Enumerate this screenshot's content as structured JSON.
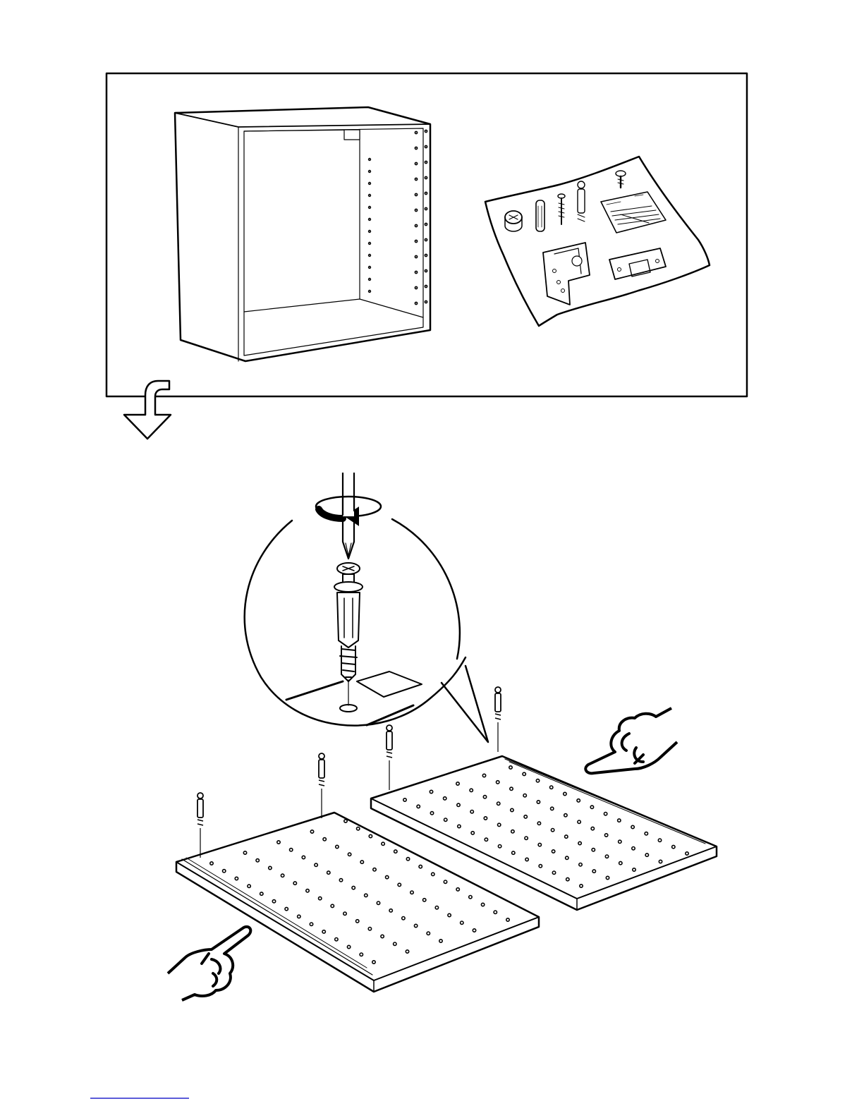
{
  "page": {
    "type": "assembly-instruction",
    "step_count": 2
  },
  "parts_panel": {
    "items": [
      "cabinet-frame",
      "hardware-bag"
    ],
    "hardware_bag_items": [
      "cam-lock",
      "wooden-dowel",
      "screw",
      "cam-dowel",
      "screw-packet",
      "suspension-rail-bracket",
      "wall-clip",
      "small-screw"
    ]
  },
  "step_arrow": {
    "icon": "down-arrow-icon"
  },
  "assembly": {
    "action": "screw-in-cam-dowels",
    "panels": 2,
    "dowels_per_panel": 2,
    "rotation": "clockwise",
    "hand_hints": 2
  },
  "colors": {
    "ink": "#000000",
    "paper": "#ffffff",
    "link": "#5b5bd8"
  }
}
